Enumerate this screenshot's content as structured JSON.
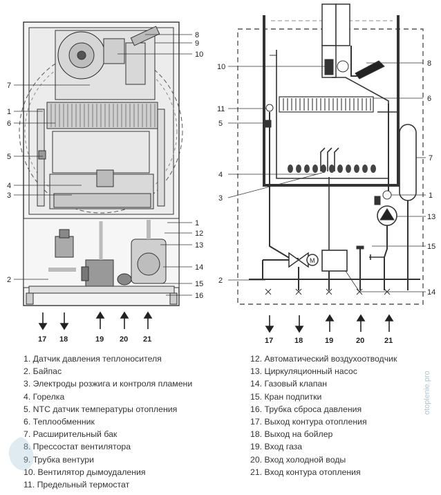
{
  "left_callouts": {
    "left_side": [
      {
        "n": "7"
      },
      {
        "n": "1"
      },
      {
        "n": "6"
      },
      {
        "n": "5"
      },
      {
        "n": "4"
      },
      {
        "n": "3"
      },
      {
        "n": "2"
      }
    ],
    "right_side": [
      {
        "n": "8"
      },
      {
        "n": "9"
      },
      {
        "n": "10"
      },
      {
        "n": "1"
      },
      {
        "n": "12"
      },
      {
        "n": "13"
      },
      {
        "n": "14"
      },
      {
        "n": "15"
      },
      {
        "n": "16"
      }
    ]
  },
  "right_callouts": {
    "left_side": [
      {
        "n": "10"
      },
      {
        "n": "11"
      },
      {
        "n": "5"
      },
      {
        "n": "4"
      },
      {
        "n": "3"
      },
      {
        "n": "2"
      }
    ],
    "right_side": [
      {
        "n": "8"
      },
      {
        "n": "6"
      },
      {
        "n": "7"
      },
      {
        "n": "1"
      },
      {
        "n": "13"
      },
      {
        "n": "15"
      },
      {
        "n": "14"
      }
    ]
  },
  "left_connections": [
    "17",
    "18",
    "19",
    "20",
    "21"
  ],
  "right_connections": [
    "17",
    "18",
    "19",
    "20",
    "21"
  ],
  "legend_left": [
    "1. Датчик давления теплоносителя",
    "2. Байпас",
    "3. Электроды розжига и контроля пламени",
    "4. Горелка",
    "5. NTC датчик температуры отопления",
    "6. Теплообменник",
    "7. Расширительный бак",
    "8. Прессостат вентилятора",
    "9. Трубка вентури",
    "10. Вентилятор дымоудаления",
    "11. Предельный термостат"
  ],
  "legend_right": [
    "12. Автоматический воздухоотводчик",
    "13. Циркуляционный насос",
    "14. Газовый клапан",
    "15. Кран подпитки",
    "16. Трубка сброса давления",
    "17. Выход контура отопления",
    "18. Выход на бойлер",
    "19. Вход газа",
    "20. Вход холодной воды",
    "21. Вход контура отопления"
  ],
  "watermark": "otoplenie.pro"
}
